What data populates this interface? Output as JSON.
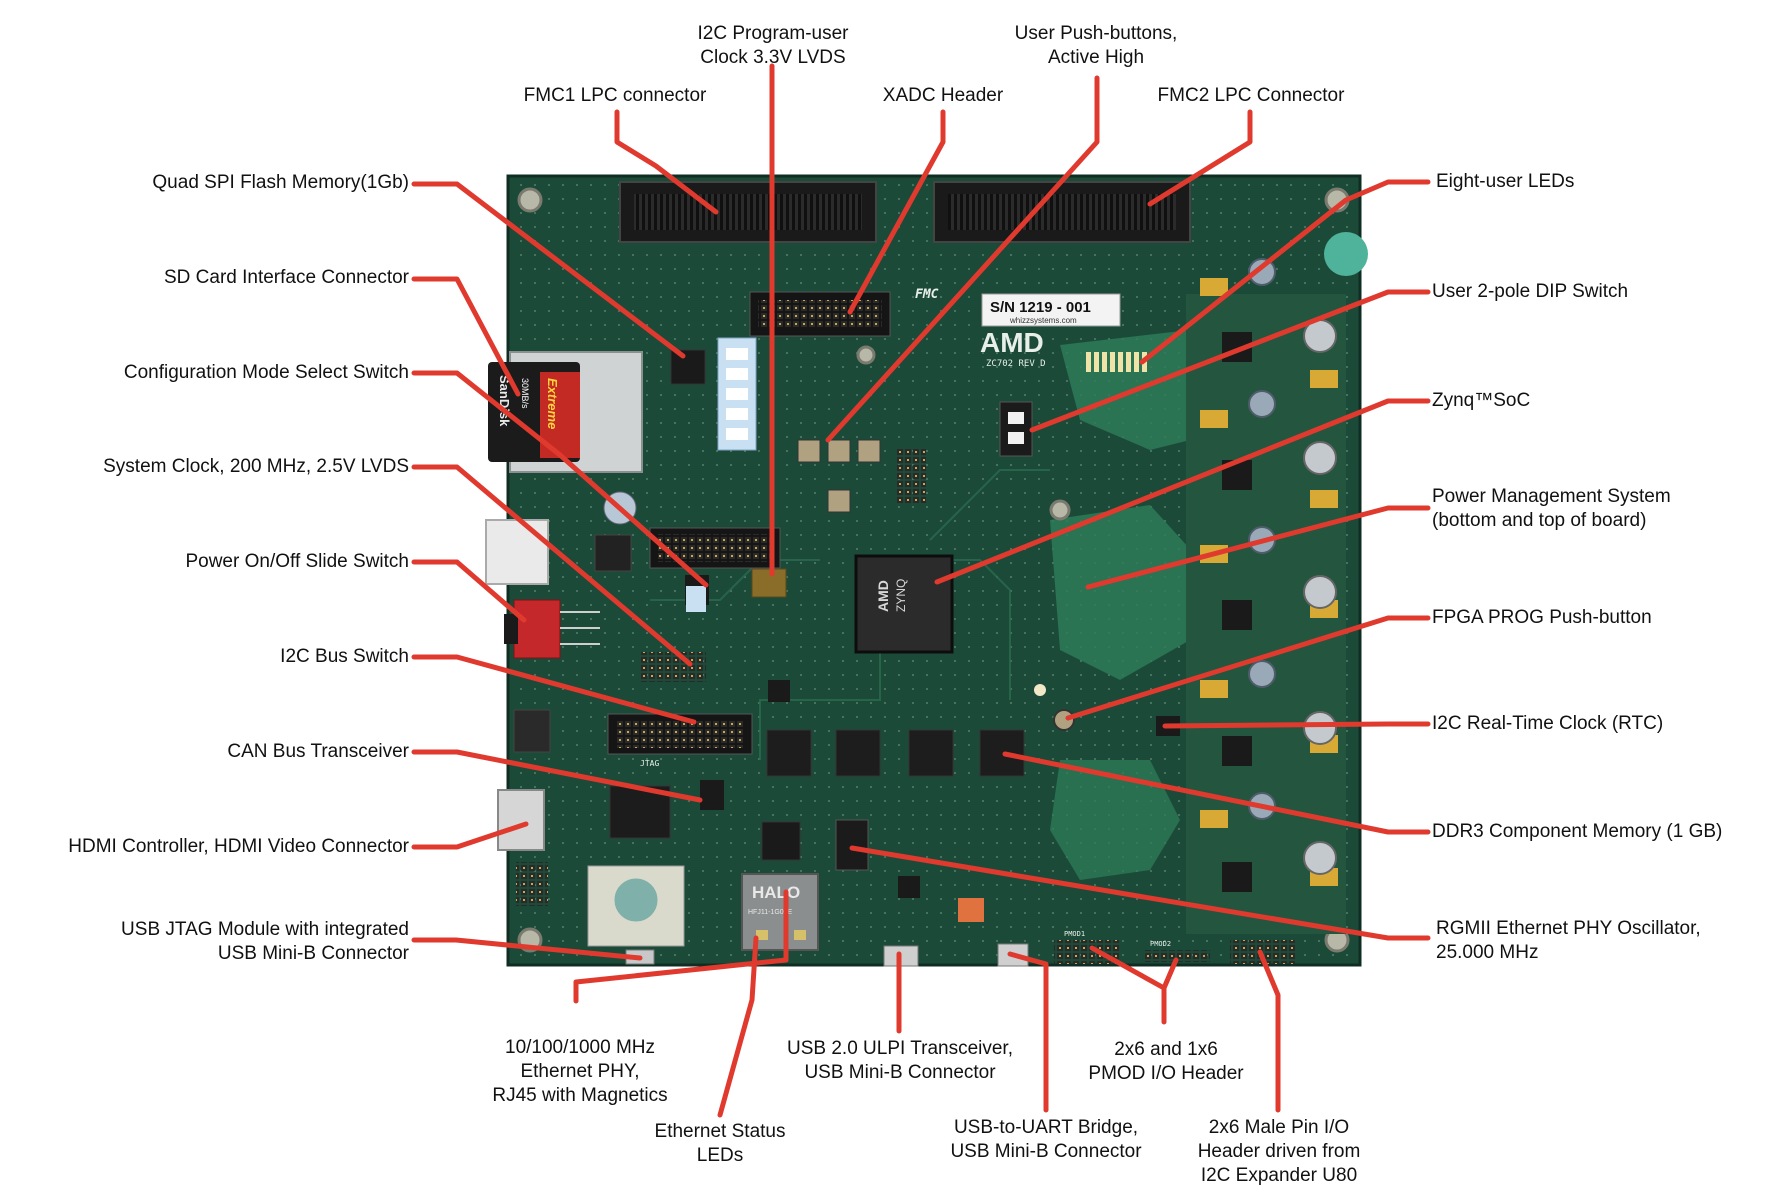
{
  "board": {
    "serial": "S/N  1219 - 001",
    "serial_sub": "whizzsystems.com",
    "brand": "AMD",
    "chip_brand": "AMD",
    "chip_name": "ZYNQ",
    "board_rev": "ZC702 REV D",
    "fmc_logo": "FMC",
    "jtag_label": "JTAG",
    "ethernet_jack": "HALO",
    "ethernet_jack_part": "HFJ11-1G01E",
    "sd_card_brand": "SanDisk",
    "sd_card_type": "Extreme",
    "sd_card_speed": "30MB/s",
    "pmod1": "PMOD1",
    "pmod2": "PMOD2",
    "colors": {
      "pcb": "#1c4a39",
      "pcb_dark": "#143629",
      "copper_pour": "#2e7d5a",
      "silk": "#e8efe9",
      "callout_line": "#e03a2f"
    }
  },
  "labels": {
    "i2c_clock": [
      "I2C Program-user",
      "Clock 3.3V LVDS"
    ],
    "user_pushbuttons": [
      "User Push-buttons,",
      "Active High"
    ],
    "fmc1": [
      "FMC1 LPC connector"
    ],
    "xadc": [
      "XADC Header"
    ],
    "fmc2": [
      "FMC2 LPC Connector"
    ],
    "qspi": [
      "Quad SPI Flash Memory(1Gb)"
    ],
    "sd_card": [
      "SD Card Interface Connector"
    ],
    "config_mode": [
      "Configuration Mode Select Switch"
    ],
    "sys_clock": [
      "System Clock, 200 MHz, 2.5V LVDS"
    ],
    "power_switch": [
      "Power On/Off Slide Switch"
    ],
    "i2c_switch": [
      "I2C Bus Switch"
    ],
    "can": [
      "CAN Bus Transceiver"
    ],
    "hdmi": [
      "HDMI Controller, HDMI Video Connector"
    ],
    "usb_jtag": [
      "USB JTAG Module with integrated",
      "USB Mini-B Connector"
    ],
    "eight_leds": [
      "Eight-user LEDs"
    ],
    "dip_switch": [
      "User 2-pole DIP Switch"
    ],
    "zynq_soc": [
      "Zynq™SoC"
    ],
    "power_mgmt": [
      "Power Management System",
      "(bottom and top of board)"
    ],
    "fpga_prog": [
      "FPGA PROG Push-button"
    ],
    "rtc": [
      "I2C Real-Time Clock (RTC)"
    ],
    "ddr3": [
      "DDR3 Component Memory (1 GB)"
    ],
    "rgmii_osc": [
      "RGMII Ethernet PHY Oscillator,",
      "25.000 MHz"
    ],
    "eth_phy": [
      "10/100/1000 MHz",
      "Ethernet PHY,",
      "RJ45 with Magnetics"
    ],
    "eth_leds": [
      "Ethernet Status",
      "LEDs"
    ],
    "usb_ulpi": [
      "USB 2.0 ULPI Transceiver,",
      "USB Mini-B Connector"
    ],
    "usb_uart": [
      "USB-to-UART Bridge,",
      "USB Mini-B Connector"
    ],
    "pmod": [
      "2x6 and 1x6",
      "PMOD I/O Header"
    ],
    "male_pin": [
      "2x6 Male Pin I/O",
      "Header driven from",
      "I2C Expander U80"
    ]
  }
}
